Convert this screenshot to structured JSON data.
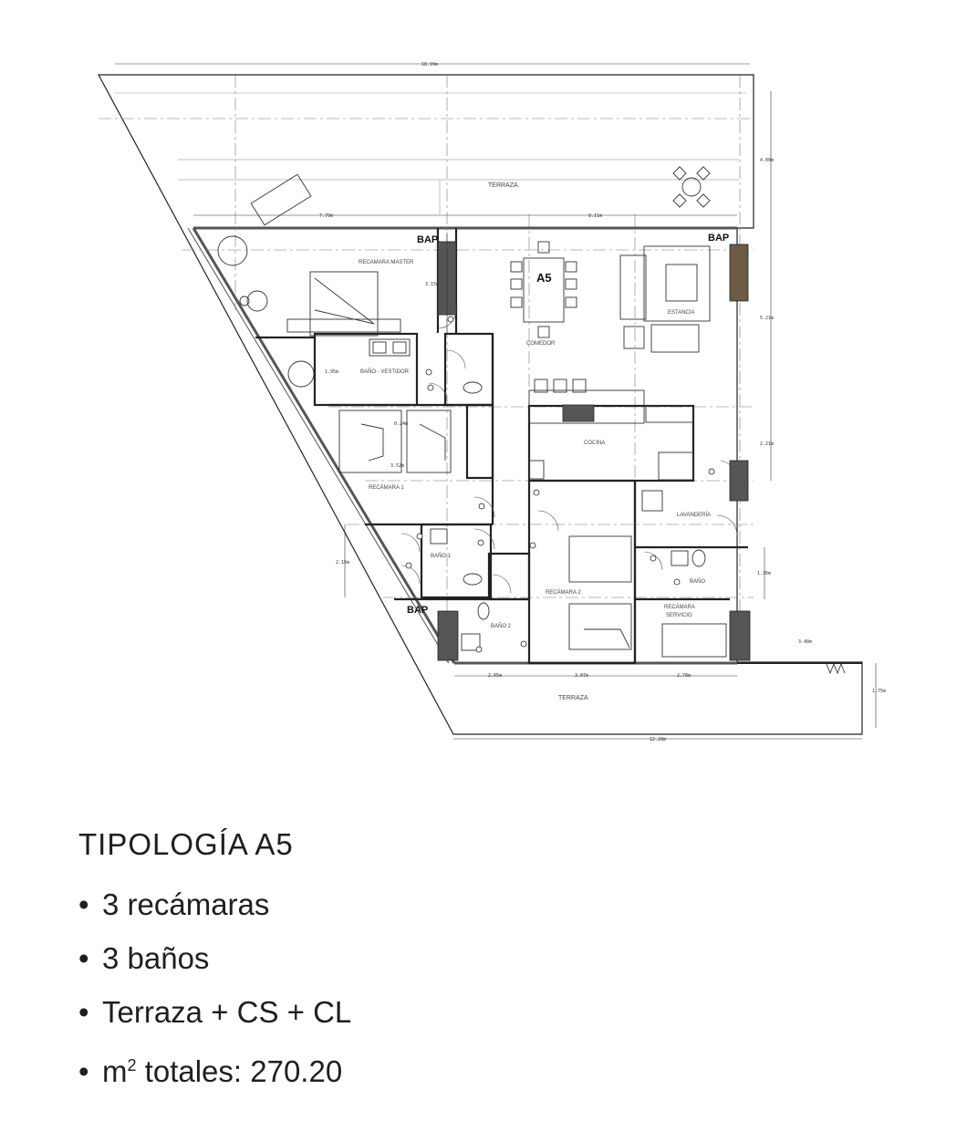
{
  "plan": {
    "unit_label": "A5",
    "bap_label": "BAP",
    "rooms": {
      "terraza_top": "TERRAZA",
      "recamara_master": "RECAMARA MASTER",
      "comedor": "COMEDOR",
      "estancia": "ESTANCIA",
      "bano_vestidor": "BAÑO - VESTIDOR",
      "cocina": "COCINA",
      "recamara_1": "RECÁMARA 1",
      "bano_1": "BAÑO 1",
      "lavanderia": "LAVANDERÍA",
      "bano": "BAÑO",
      "recamara_2": "RECÁMARA 2",
      "recamara_servicio_1": "RECÁMARA",
      "recamara_servicio_2": "SERVICIO",
      "bano_2": "BAÑO 2",
      "terraza_bottom": "TERRAZA"
    },
    "dimensions": {
      "top_total": "18.99m",
      "top_left": "7.79m",
      "top_right": "8.11m",
      "right_1": "4.00m",
      "right_2": "5.21m",
      "right_3": "2.21m",
      "right_4": "1.36m",
      "right_5": "3.40m",
      "right_6": "1.75m",
      "master": "3.15m",
      "vestidor": "1.95m",
      "small": "0.24m",
      "rec1": "3.52m",
      "left": "2.16m",
      "bottom_1": "2.05m",
      "bottom_2": "3.07m",
      "bottom_3": "2.78m",
      "bottom_total": "12.28m"
    }
  },
  "info": {
    "title": "TIPOLOGÍA A5",
    "bullet": "•",
    "items": [
      "3 recámaras",
      "3 baños",
      "Terraza + CS + CL"
    ],
    "area_prefix": "m",
    "area_sup": "2",
    "area_text": " totales: 270.20"
  }
}
